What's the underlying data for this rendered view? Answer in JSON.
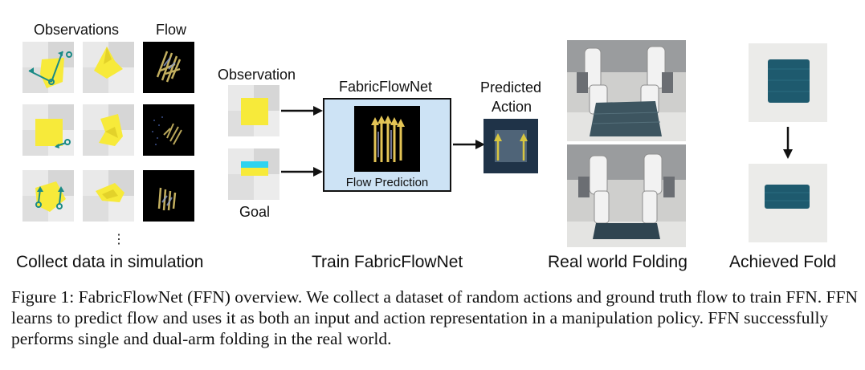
{
  "sim": {
    "col_observations": "Observations",
    "col_flow": "Flow",
    "ellipsis": "⋮",
    "section_label": "Collect data in simulation"
  },
  "train": {
    "observation_label": "Observation",
    "goal_label": "Goal",
    "net_title": "FabricFlowNet",
    "net_inner_label": "Flow Prediction",
    "predicted_label_line1": "Predicted",
    "predicted_label_line2": "Action",
    "section_label": "Train FabricFlowNet"
  },
  "real": {
    "section_label": "Real world Folding"
  },
  "achieved": {
    "section_label": "Achieved Fold"
  },
  "caption": {
    "text": "Figure 1: FabricFlowNet (FFN) overview. We collect a dataset of random actions and ground truth flow to train FFN. FFN learns to predict flow and uses it as both an input and action representation in a manipulation policy. FFN successfully performs single and dual-arm folding in the real world."
  },
  "colors": {
    "cloth_yellow": "#f7ea3a",
    "action_teal": "#1a8a86",
    "net_box_fill": "#cde3f5",
    "goal_cyan": "#2ed3f0",
    "predicted_action_bg": "#1f3348",
    "real_towel": "#3d5560",
    "achieved_towel": "#1e5a6e"
  }
}
